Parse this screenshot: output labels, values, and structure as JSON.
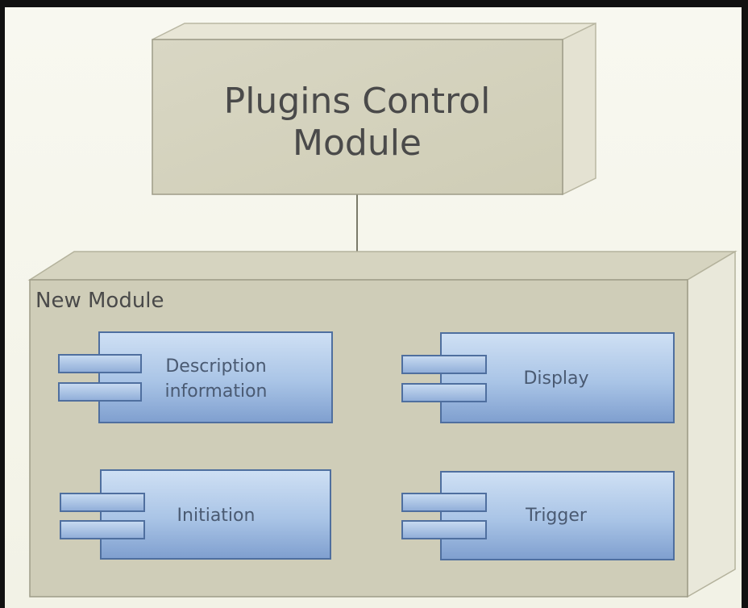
{
  "diagram": {
    "control_module": {
      "line1": "Plugins Control",
      "line2": "Module"
    },
    "container": {
      "title": "New Module"
    },
    "components": [
      {
        "line1": "Description",
        "line2": "information"
      },
      {
        "line1": "Display"
      },
      {
        "line1": "Initiation"
      },
      {
        "line1": "Trigger"
      }
    ]
  }
}
